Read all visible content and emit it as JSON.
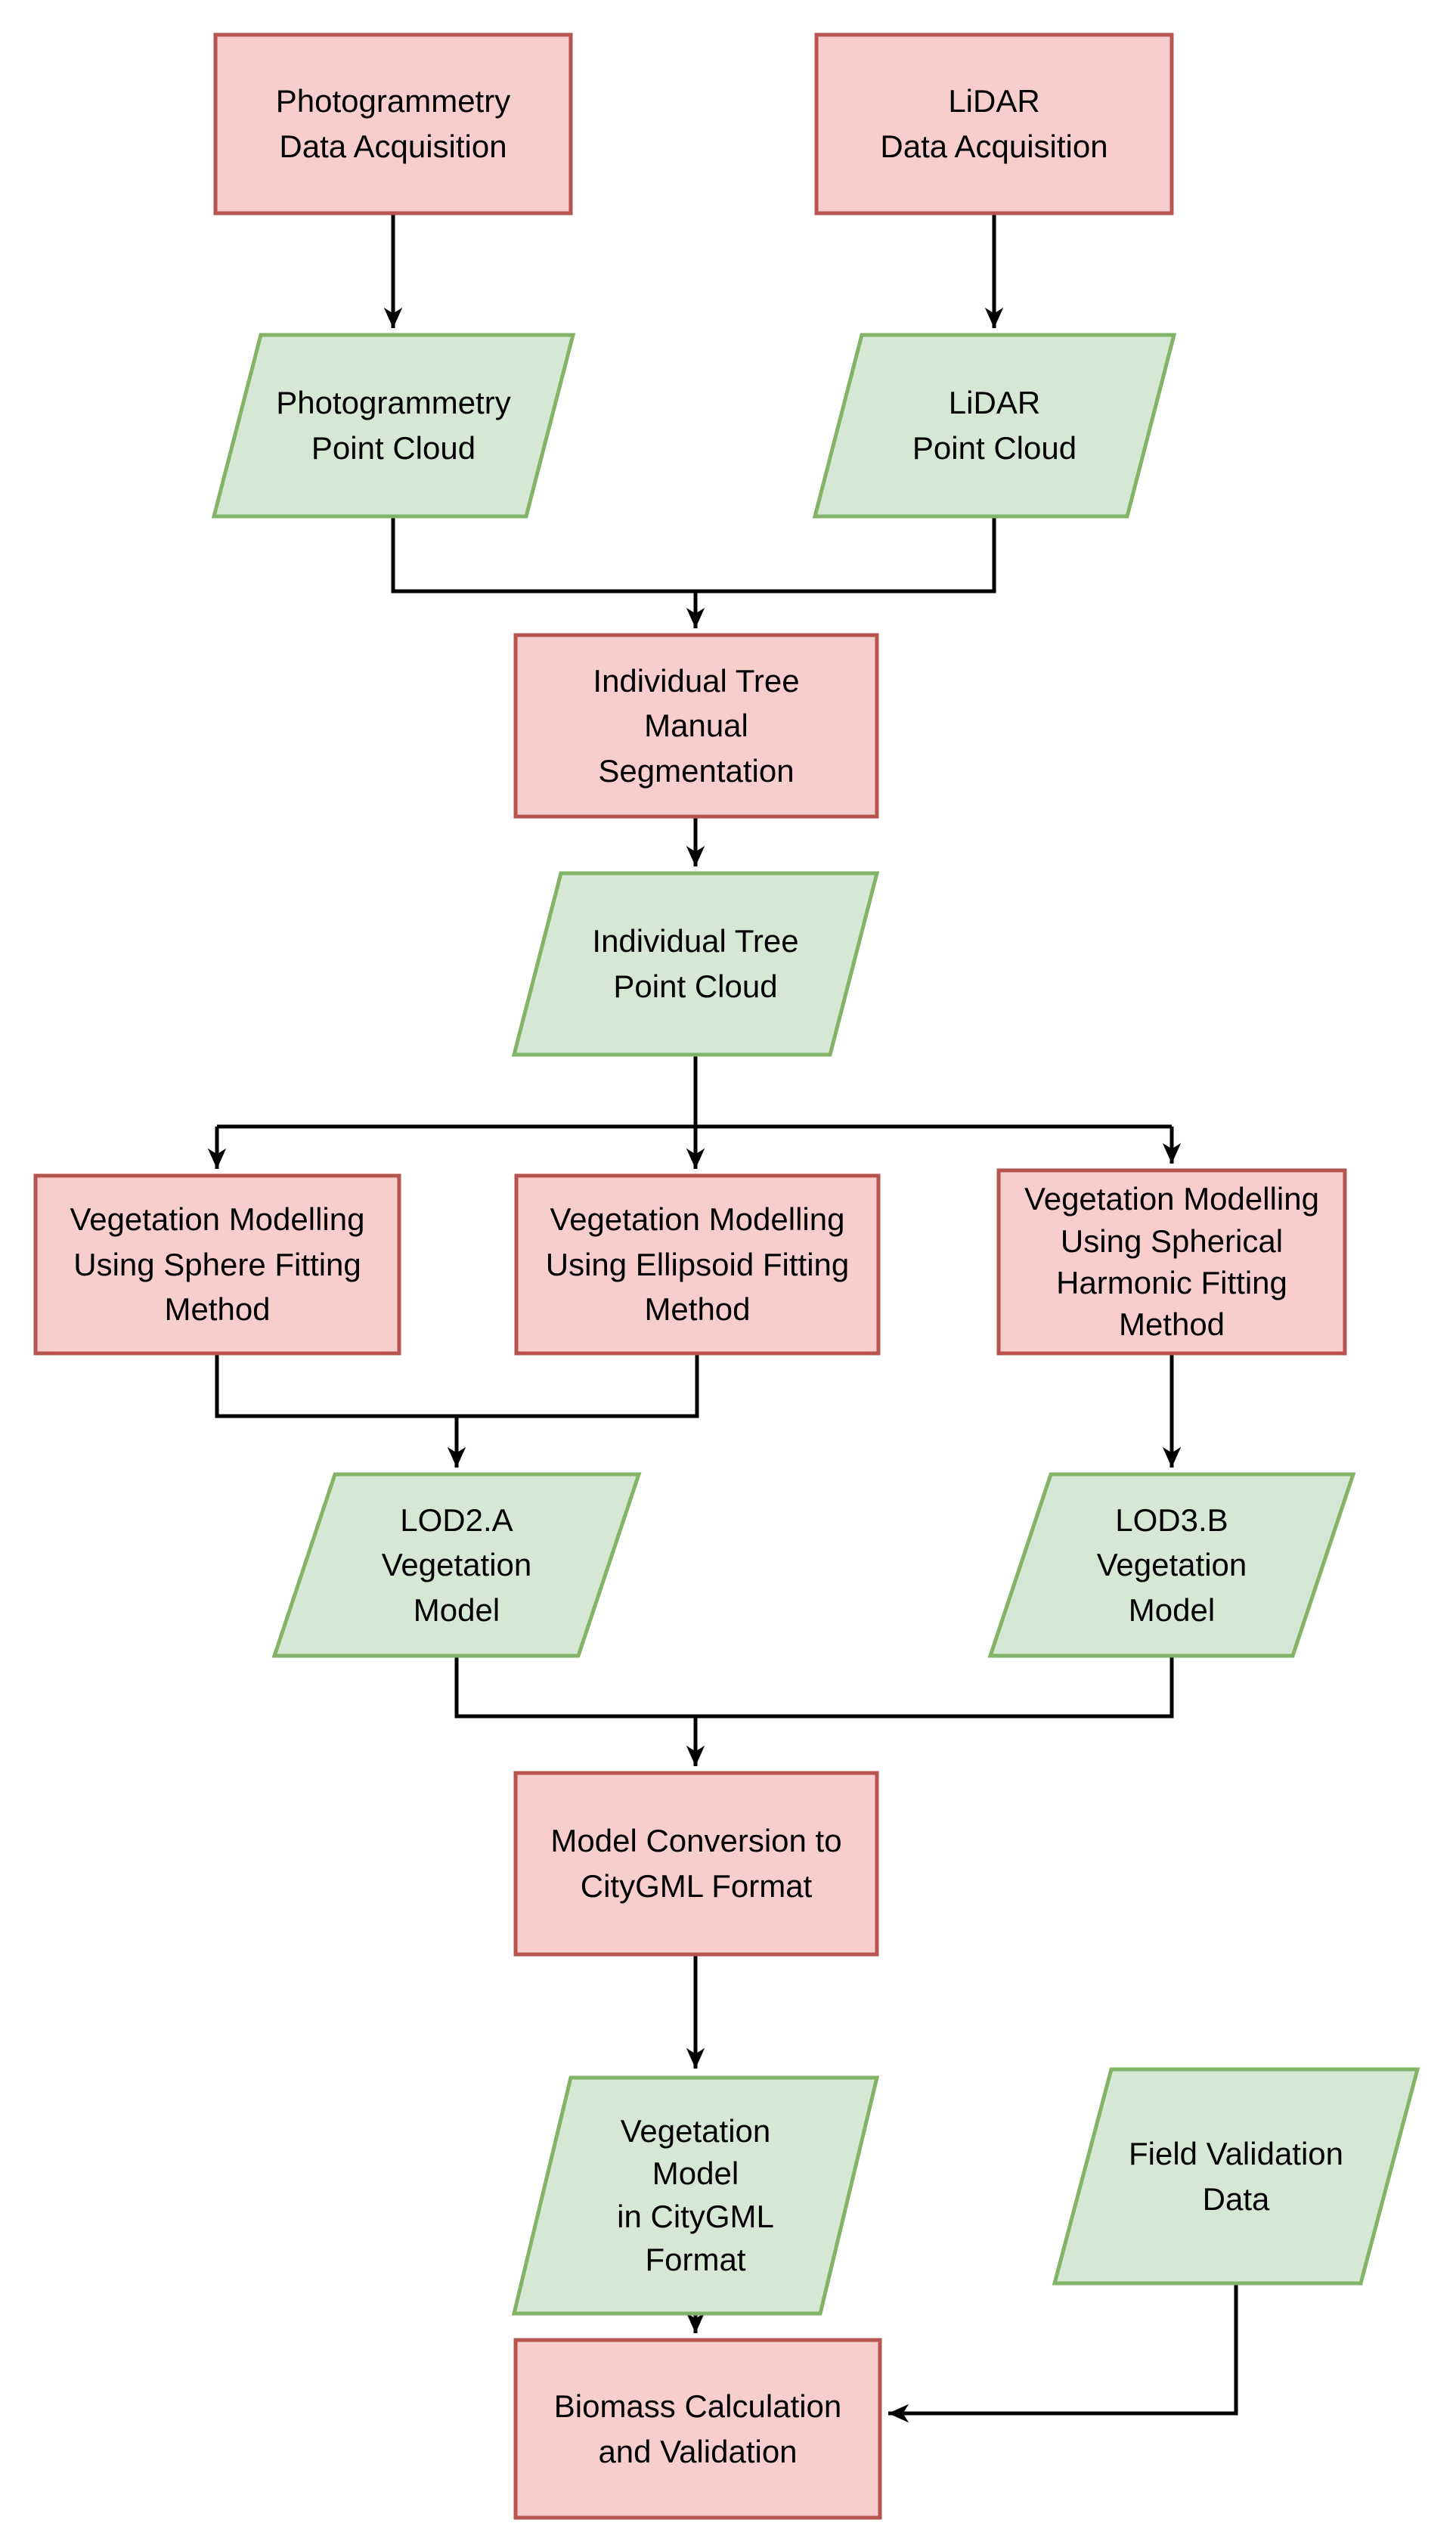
{
  "diagram": {
    "type": "flowchart",
    "background": "#ffffff",
    "colors": {
      "process_fill": "#f8cecc",
      "process_stroke": "#b85450",
      "data_fill": "#d5e8d4",
      "data_stroke": "#82b366",
      "connector": "#000000",
      "text": "#000000"
    },
    "nodes": [
      {
        "id": "photogrammetry-data-acquisition",
        "shape": "process",
        "label": "Photogrammetry\nData Acquisition"
      },
      {
        "id": "lidar-data-acquisition",
        "shape": "process",
        "label": "LiDAR\nData Acquisition"
      },
      {
        "id": "photogrammetry-point-cloud",
        "shape": "data",
        "label": "Photogrammetry\nPoint Cloud"
      },
      {
        "id": "lidar-point-cloud",
        "shape": "data",
        "label": "LiDAR\nPoint Cloud"
      },
      {
        "id": "individual-tree-manual-segmentation",
        "shape": "process",
        "label": "Individual Tree\nManual\nSegmentation"
      },
      {
        "id": "individual-tree-point-cloud",
        "shape": "data",
        "label": "Individual Tree\nPoint Cloud"
      },
      {
        "id": "vegetation-modelling-sphere",
        "shape": "process",
        "label": "Vegetation Modelling\nUsing Sphere Fitting\nMethod"
      },
      {
        "id": "vegetation-modelling-ellipsoid",
        "shape": "process",
        "label": "Vegetation Modelling\nUsing Ellipsoid Fitting\nMethod"
      },
      {
        "id": "vegetation-modelling-spherical-harmonic",
        "shape": "process",
        "label": "Vegetation Modelling\nUsing Spherical\nHarmonic Fitting\nMethod"
      },
      {
        "id": "lod2a-vegetation-model",
        "shape": "data",
        "label": "LOD2.A\nVegetation\nModel"
      },
      {
        "id": "lod3b-vegetation-model",
        "shape": "data",
        "label": "LOD3.B\nVegetation\nModel"
      },
      {
        "id": "model-conversion-citygml",
        "shape": "process",
        "label": "Model Conversion to\nCityGML Format"
      },
      {
        "id": "vegetation-model-citygml",
        "shape": "data",
        "label": "Vegetation\nModel\nin CityGML\nFormat"
      },
      {
        "id": "field-validation-data",
        "shape": "data",
        "label": "Field Validation\nData"
      },
      {
        "id": "biomass-calculation-validation",
        "shape": "process",
        "label": "Biomass Calculation\nand Validation"
      }
    ],
    "edges": [
      {
        "from": "photogrammetry-data-acquisition",
        "to": "photogrammetry-point-cloud"
      },
      {
        "from": "lidar-data-acquisition",
        "to": "lidar-point-cloud"
      },
      {
        "from": "photogrammetry-point-cloud",
        "to": "individual-tree-manual-segmentation"
      },
      {
        "from": "lidar-point-cloud",
        "to": "individual-tree-manual-segmentation"
      },
      {
        "from": "individual-tree-manual-segmentation",
        "to": "individual-tree-point-cloud"
      },
      {
        "from": "individual-tree-point-cloud",
        "to": "vegetation-modelling-sphere"
      },
      {
        "from": "individual-tree-point-cloud",
        "to": "vegetation-modelling-ellipsoid"
      },
      {
        "from": "individual-tree-point-cloud",
        "to": "vegetation-modelling-spherical-harmonic"
      },
      {
        "from": "vegetation-modelling-sphere",
        "to": "lod2a-vegetation-model"
      },
      {
        "from": "vegetation-modelling-ellipsoid",
        "to": "lod2a-vegetation-model"
      },
      {
        "from": "vegetation-modelling-spherical-harmonic",
        "to": "lod3b-vegetation-model"
      },
      {
        "from": "lod2a-vegetation-model",
        "to": "model-conversion-citygml"
      },
      {
        "from": "lod3b-vegetation-model",
        "to": "model-conversion-citygml"
      },
      {
        "from": "model-conversion-citygml",
        "to": "vegetation-model-citygml"
      },
      {
        "from": "vegetation-model-citygml",
        "to": "biomass-calculation-validation"
      },
      {
        "from": "field-validation-data",
        "to": "biomass-calculation-validation"
      }
    ]
  }
}
